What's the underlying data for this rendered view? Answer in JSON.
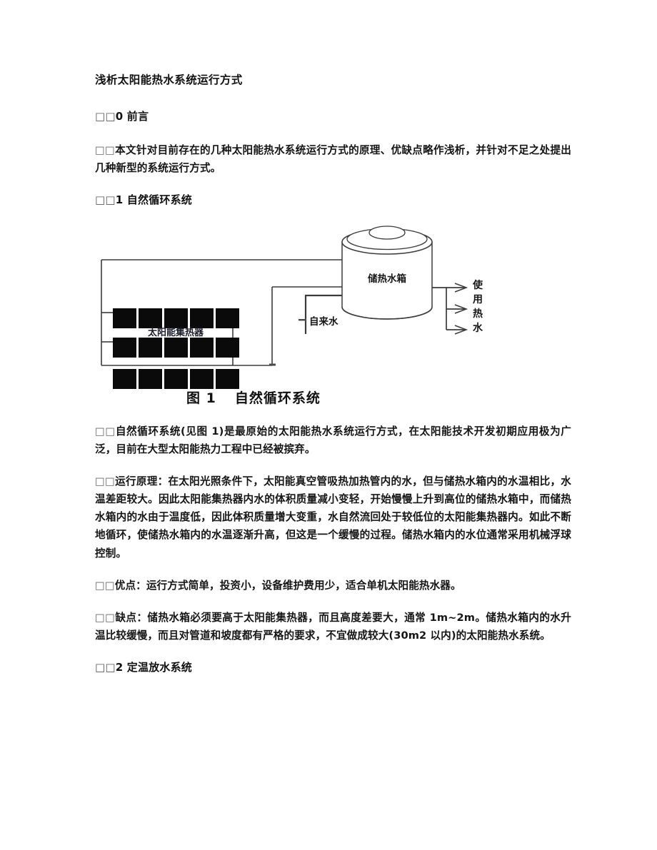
{
  "document": {
    "title": "浅析太阳能热水系统运行方式",
    "sections": [
      {
        "heading_mark": "□□",
        "heading_text": "0 前言",
        "paragraphs": [
          {
            "mark": "□□",
            "text": "本文针对目前存在的几种太阳能热水系统运行方式的原理、优缺点略作浅析，并针对不足之处提出几种新型的系统运行方式。"
          }
        ]
      },
      {
        "heading_mark": "□□",
        "heading_text": "1 自然循环系统",
        "paragraphs": [
          {
            "mark": "□□",
            "text": "自然循环系统(见图 1)是最原始的太阳能热水系统运行方式，在太阳能技术开发初期应用极为广泛，目前在大型太阳能热力工程中已经被摈弃。"
          },
          {
            "mark": "□□",
            "text": "运行原理：在太阳光照条件下，太阳能真空管吸热加热管内的水，但与储热水箱内的水温相比，水温差距较大。因此太阳能集热器内水的体积质量减小变轻，开始慢慢上升到高位的储热水箱中，而储热水箱内的水由于温度低，因此体积质量增大变重，水自然流回处于较低位的太阳能集热器内。如此不断地循环，使储热水箱内的水温逐渐升高，但这是一个缓慢的过程。储热水箱内的水位通常采用机械浮球控制。"
          },
          {
            "mark": "□□",
            "text": "优点：运行方式简单，投资小，设备维护费用少，适合单机太阳能热水器。"
          },
          {
            "mark": "□□",
            "text": "缺点：储热水箱必须要高于太阳能集热器，而且高度差要大，通常 1m~2m。储热水箱内的水升温比较缓慢，而且对管道和坡度都有严格的要求，不宜做成较大(30m2 以内)的太阳能热水系统。"
          }
        ]
      },
      {
        "heading_mark": "□□",
        "heading_text": "2 定温放水系统",
        "paragraphs": []
      }
    ]
  },
  "figure": {
    "caption_number": "图 1",
    "caption_title": "自然循环系统",
    "labels": {
      "tank": "储热水箱",
      "collector": "太阳能集热器",
      "cold_water": "自来水",
      "hot_water_out_chars": [
        "使",
        "用",
        "热",
        "水"
      ],
      "hot_water_out": "使用热水"
    },
    "colors": {
      "line": "#3b3b3b",
      "panel_fill": "#0a0a0a",
      "label_text": "#161616",
      "background": "#ffffff"
    }
  }
}
